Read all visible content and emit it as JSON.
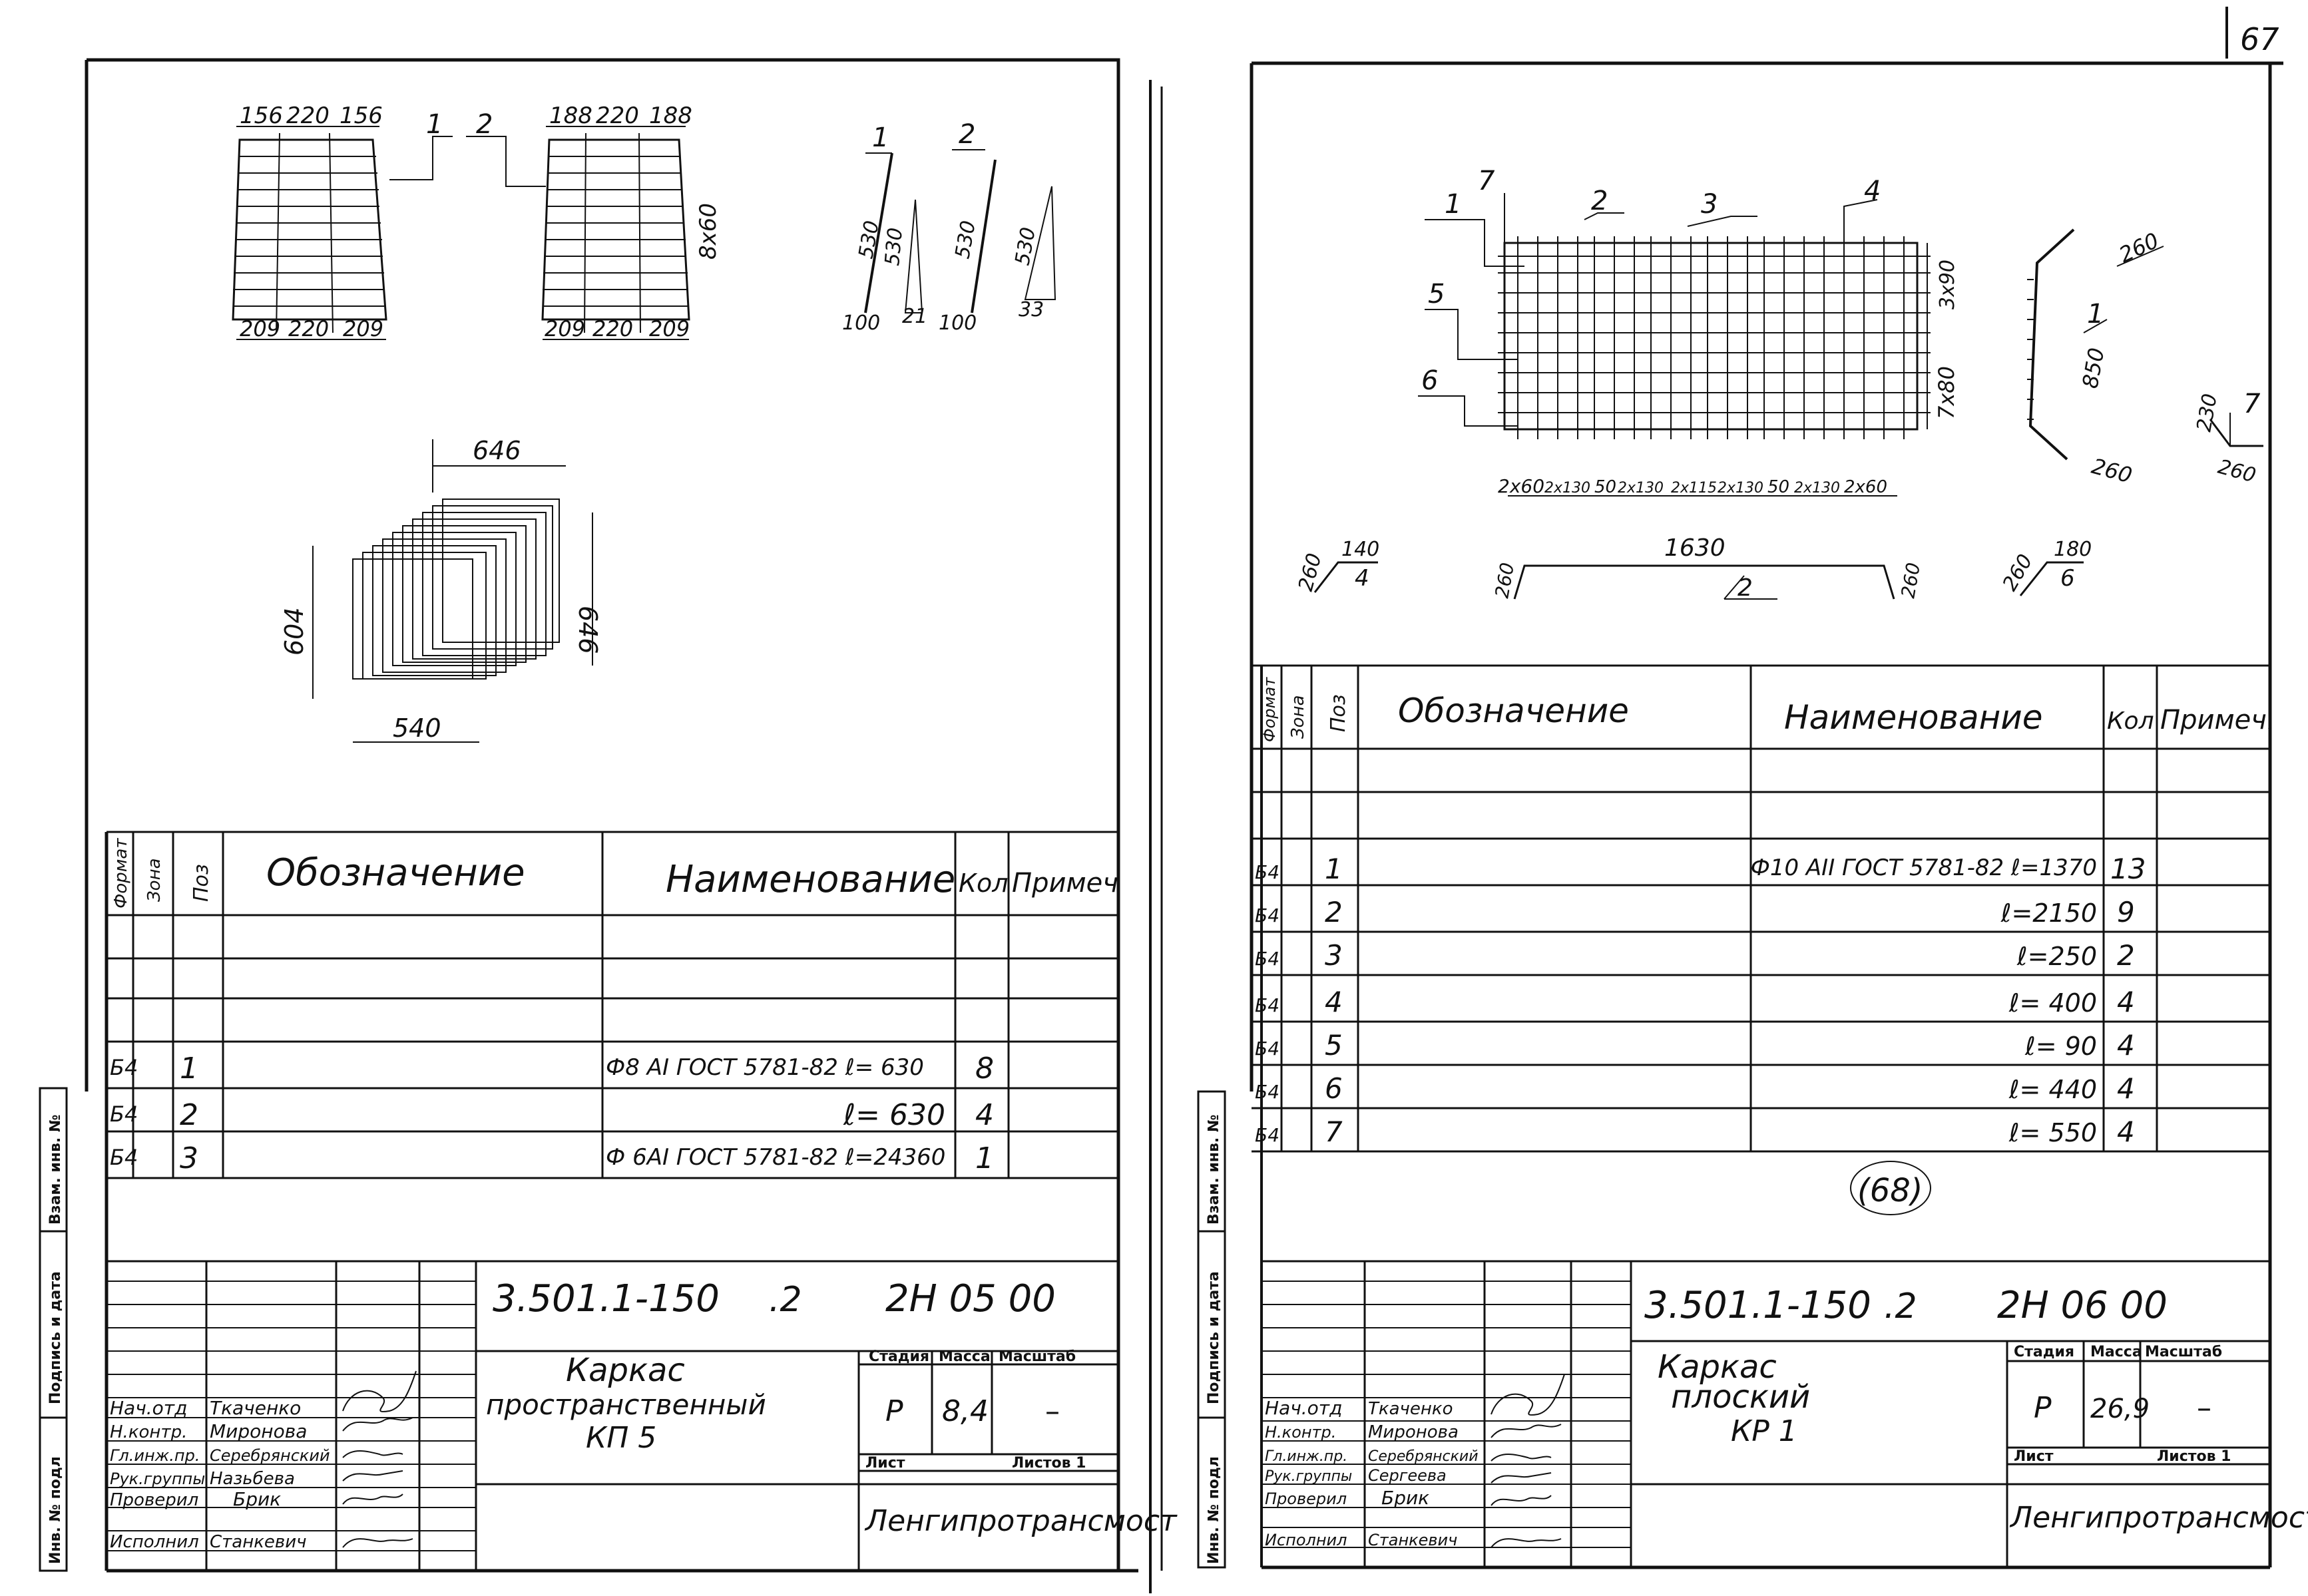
{
  "page_number": "67",
  "stamp": "(68)",
  "left_sheet": {
    "dims_top_1": [
      "156",
      "220",
      "156"
    ],
    "dims_top_2": [
      "188",
      "220",
      "188"
    ],
    "dims_bottom": [
      "209",
      "220",
      "209"
    ],
    "leader_1": "1",
    "leader_2": "2",
    "dim_8x60": "8x60",
    "bar_1": {
      "num": "1",
      "len": "530",
      "len2": "530",
      "base": "100",
      "foot": "21"
    },
    "bar_2": {
      "num": "2",
      "len": "530",
      "len2": "530",
      "base": "100",
      "foot": "33"
    },
    "box_646_top": "646",
    "box_646_side": "646",
    "box_604": "604",
    "box_540": "540",
    "spec_headers": [
      "Формат",
      "Зона",
      "Поз",
      "Обозначение",
      "Наименование",
      "Кол",
      "Примеч"
    ],
    "rows": [
      {
        "format": "Б4",
        "pos": "1",
        "name": "Ф8 АI ГОСТ 5781-82 ℓ= 630",
        "qty": "8"
      },
      {
        "format": "Б4",
        "pos": "2",
        "name": "ℓ= 630",
        "qty": "4"
      },
      {
        "format": "Б4",
        "pos": "3",
        "name": "Ф 6АI ГОСТ 5781-82 ℓ=24360",
        "qty": "1"
      }
    ],
    "side_labels": [
      "Инв. № подл",
      "Подпись и дата",
      "Взам. инв. №"
    ],
    "doc_code": "3.501.1-150",
    "doc_issue": ".2",
    "doc_mark": "2Н 05 00",
    "title_lines": [
      "Каркас",
      "пространственный",
      "КП 5"
    ],
    "stage_label": "Стадия",
    "mass_label": "Масса",
    "scale_label": "Масштаб",
    "stage": "Р",
    "mass": "8,4",
    "scale": "–",
    "sheet_label": "Лист",
    "sheets_label": "Листов 1",
    "org": "Ленгипротрансмост",
    "people": [
      {
        "role": "Нач.отд",
        "name": "Ткаченко"
      },
      {
        "role": "Н.контр.",
        "name": "Миронова"
      },
      {
        "role": "Гл.инж.пр.",
        "name": "Серебрянский"
      },
      {
        "role": "Рук.группы",
        "name": "Назьбева"
      },
      {
        "role": "Проверил",
        "name": "Брик"
      },
      {
        "role": "Исполнил",
        "name": "Станкевич"
      }
    ]
  },
  "right_sheet": {
    "leaders": [
      "1",
      "7",
      "2",
      "3",
      "4",
      "5",
      "6"
    ],
    "dim_3x90": "3x90",
    "dim_7x80": "7x80",
    "bottom_dims": [
      "2x60",
      "2x130",
      "50",
      "2x130",
      "2x115",
      "2x130",
      "50",
      "2x130",
      "2x60"
    ],
    "bar_1": {
      "num": "1",
      "top": "260",
      "len": "850",
      "bottom": "260"
    },
    "bar_7": {
      "num": "7",
      "a": "230",
      "b": "260"
    },
    "bar_4": {
      "num": "4",
      "a": "260",
      "b": "140"
    },
    "bar_2": {
      "num": "2",
      "len": "1630",
      "end_l": "260",
      "end_r": "260"
    },
    "bar_6": {
      "num": "6",
      "a": "260",
      "b": "180"
    },
    "spec_headers": [
      "Формат",
      "Зона",
      "Поз",
      "Обозначение",
      "Наименование",
      "Кол",
      "Примеч."
    ],
    "rows": [
      {
        "format": "Б4",
        "pos": "1",
        "name": "Ф10 АII ГОСТ 5781-82 ℓ=1370",
        "qty": "13"
      },
      {
        "format": "Б4",
        "pos": "2",
        "name": "ℓ=2150",
        "qty": "9"
      },
      {
        "format": "Б4",
        "pos": "3",
        "name": "ℓ=250",
        "qty": "2"
      },
      {
        "format": "Б4",
        "pos": "4",
        "name": "ℓ= 400",
        "qty": "4"
      },
      {
        "format": "Б4",
        "pos": "5",
        "name": "ℓ= 90",
        "qty": "4"
      },
      {
        "format": "Б4",
        "pos": "6",
        "name": "ℓ= 440",
        "qty": "4"
      },
      {
        "format": "Б4",
        "pos": "7",
        "name": "ℓ= 550",
        "qty": "4"
      }
    ],
    "side_labels": [
      "Инв. № подл",
      "Подпись и дата",
      "Взам. инв. №"
    ],
    "doc_code": "3.501.1-150",
    "doc_issue": ".2",
    "doc_mark": "2Н 06 00",
    "title_lines": [
      "Каркас",
      "плоский",
      "КР 1"
    ],
    "stage_label": "Стадия",
    "mass_label": "Масса",
    "scale_label": "Масштаб",
    "stage": "Р",
    "mass": "26,9",
    "scale": "–",
    "sheet_label": "Лист",
    "sheets_label": "Листов 1",
    "org": "Ленгипротрансмост",
    "people": [
      {
        "role": "Нач.отд",
        "name": "Ткаченко"
      },
      {
        "role": "Н.контр.",
        "name": "Миронова"
      },
      {
        "role": "Гл.инж.пр.",
        "name": "Серебрянский"
      },
      {
        "role": "Рук.группы",
        "name": "Сергеева"
      },
      {
        "role": "Проверил",
        "name": "Брик"
      },
      {
        "role": "Исполнил",
        "name": "Станкевич"
      }
    ]
  }
}
